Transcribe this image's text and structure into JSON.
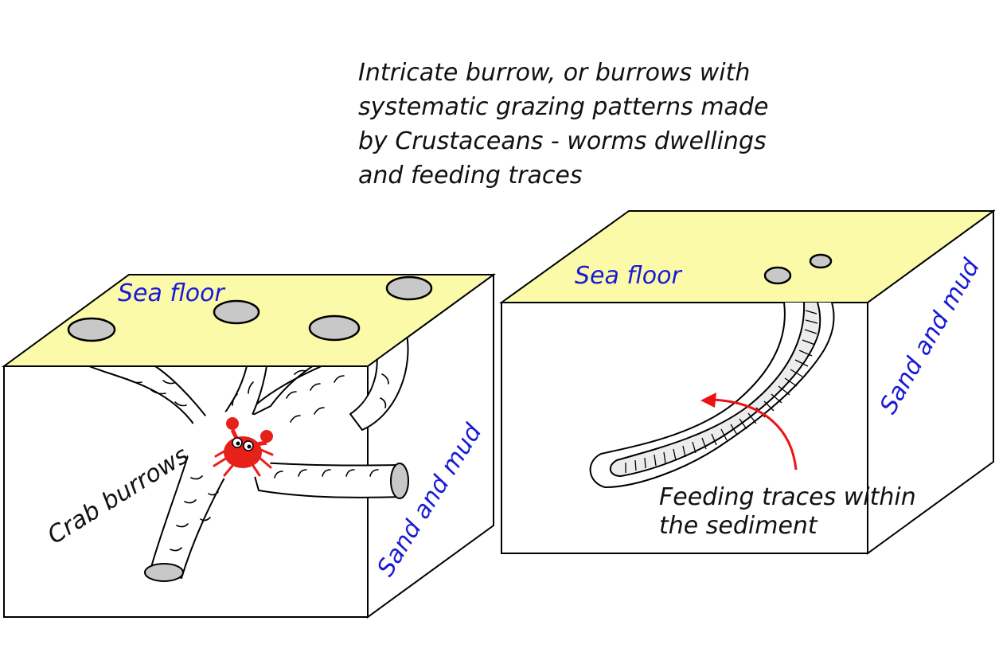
{
  "heading": {
    "line1": "Intricate burrow, or burrows with",
    "line2": "systematic grazing patterns made",
    "line3": "by Crustaceans - worms dwellings",
    "line4": "and feeding traces"
  },
  "left_block": {
    "top_label": "Sea floor",
    "side_label": "Sand and mud",
    "burrow_label": "Crab burrows",
    "top_color": "#fafaa8",
    "hole_color": "#c8c8c8",
    "crab_color": "#e8201a"
  },
  "right_block": {
    "top_label": "Sea floor",
    "side_label": "Sand and mud",
    "trace_label_line1": "Feeding traces within",
    "trace_label_line2": "the sediment",
    "top_color": "#fafaa8",
    "arrow_color": "#ee1111"
  }
}
